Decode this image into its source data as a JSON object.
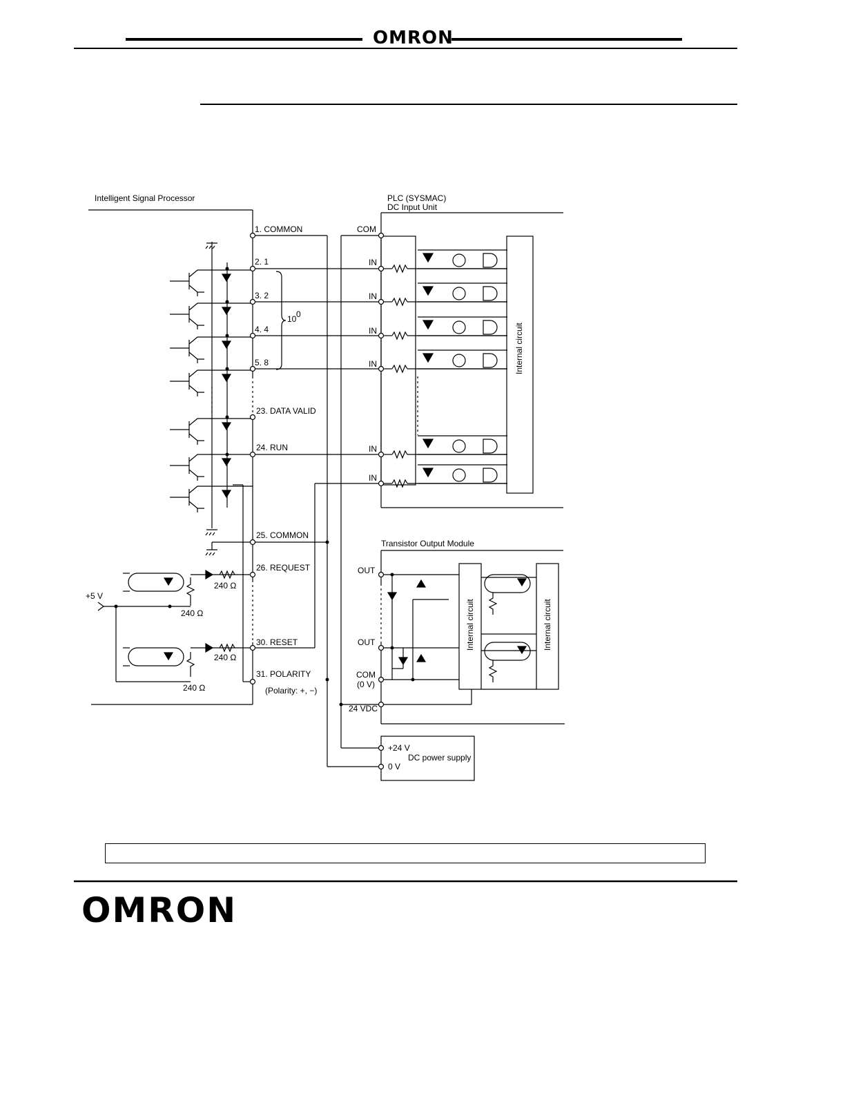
{
  "header": {
    "logo": "OMRON"
  },
  "footer": {
    "logo": "OMRON"
  },
  "diagram": {
    "isp_title": "Intelligent Signal Processor",
    "plc_title_1": "PLC (SYSMAC)",
    "plc_title_2": "DC Input Unit",
    "transistor_title": "Transistor Output Module",
    "power_supply": "DC power supply",
    "plus24v": "+24 V",
    "zero_v": "0 V",
    "plus5v": "+5 V",
    "vdc24": "24 VDC",
    "com": "COM",
    "com_out": "COM",
    "com_out_sub": "(0 V)",
    "in_label": "IN",
    "out_label": "OUT",
    "internal_circuit": "Internal circuit",
    "bcd_label": "10",
    "bcd_exp": "0",
    "res_240": "240 Ω",
    "polarity_note": "(Polarity: +, −)",
    "terminals": {
      "t1": "1. COMMON",
      "t2": "2. 1",
      "t3": "3. 2",
      "t4": "4. 4",
      "t5": "5. 8",
      "t23": "23. DATA VALID",
      "t24": "24. RUN",
      "t25": "25. COMMON",
      "t26": "26. REQUEST",
      "t30": "30. RESET",
      "t31": "31. POLARITY"
    }
  }
}
